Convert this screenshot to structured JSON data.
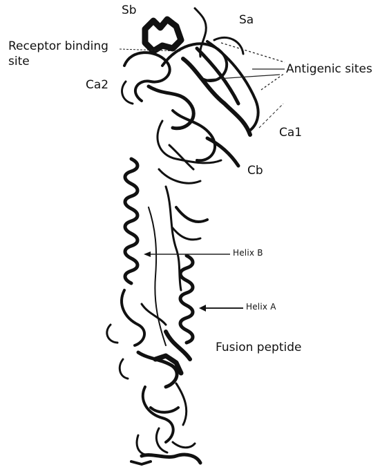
{
  "labels": {
    "sb": "Sb",
    "sa": "Sa",
    "receptor_line1": "Receptor binding",
    "receptor_line2": "site",
    "antigenic_sites": "Antigenic sites",
    "ca2": "Ca2",
    "ca1": "Ca1",
    "cb": "Cb",
    "helix_b": "Helix B",
    "helix_a": "Helix A",
    "fusion_peptide": "Fusion peptide"
  },
  "colors": {
    "ink": "#111111",
    "background": "#ffffff"
  }
}
